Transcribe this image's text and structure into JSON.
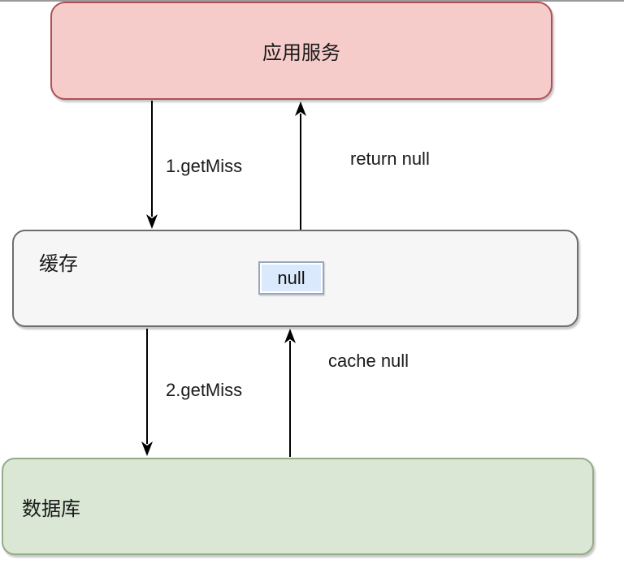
{
  "diagram": {
    "title_hint": "cache null-value flow diagram",
    "nodes": {
      "app_service": {
        "label": "应用服务"
      },
      "cache": {
        "label": "缓存",
        "value_box": {
          "label": "null"
        }
      },
      "database": {
        "label": "数据库"
      }
    },
    "edges": {
      "get_miss_1": {
        "label": "1.getMiss",
        "from": "app_service",
        "to": "cache"
      },
      "return_null": {
        "label": "return null",
        "from": "cache",
        "to": "app_service"
      },
      "get_miss_2": {
        "label": "2.getMiss",
        "from": "cache",
        "to": "database"
      },
      "cache_null": {
        "label": "cache null",
        "from": "database",
        "to": "cache"
      }
    },
    "colors": {
      "app_service_fill": "#f6cccb",
      "app_service_border": "#b05056",
      "cache_fill": "#f6f6f7",
      "cache_border": "#6e6e6e",
      "null_box_fill": "#dbe9fc",
      "null_box_border": "#97a7bc",
      "database_fill": "#d9e7d4",
      "database_border": "#94ac89",
      "arrow": "#000000",
      "text": "#1a1a1a"
    }
  }
}
